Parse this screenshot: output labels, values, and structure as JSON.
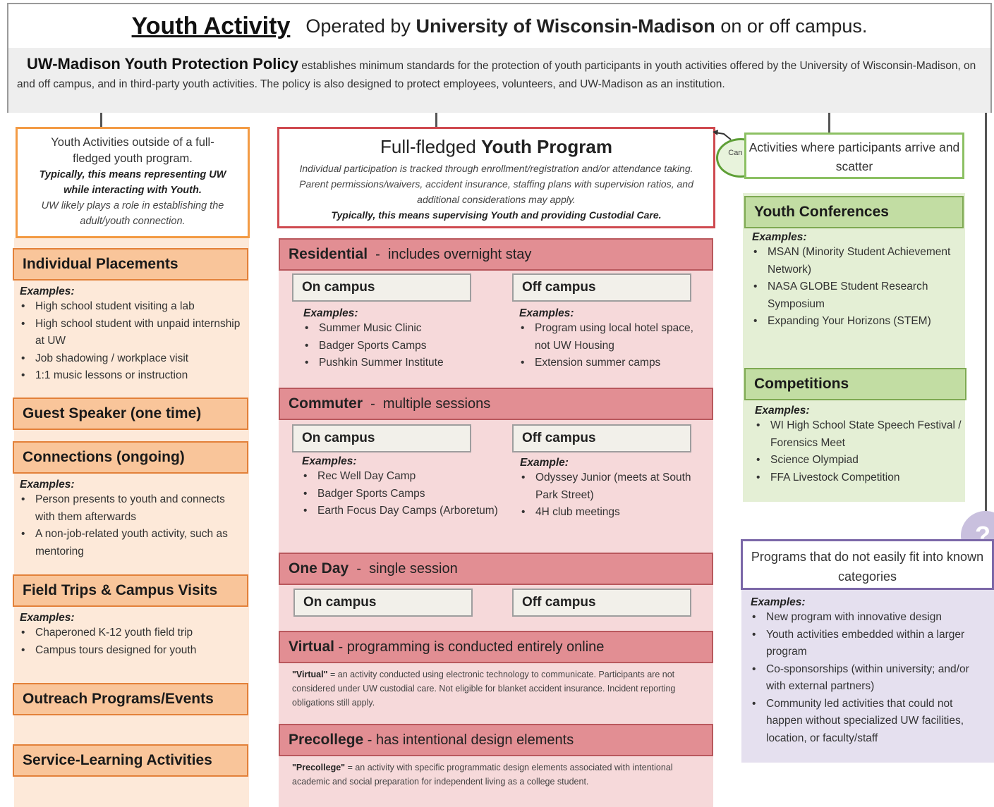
{
  "header": {
    "title": "Youth Activity",
    "subtitle_pre": "Operated by",
    "subtitle_org": "University of Wisconsin-Madison",
    "subtitle_post": "on or off campus.",
    "policy_lead": "UW-Madison Youth Protection Policy",
    "policy_text": "establishes minimum standards for the protection of youth participants in youth activities offered by the University of Wisconsin-Madison, on and off campus, and in third-party youth activities. The policy is also designed to protect employees, volunteers, and UW-Madison as an institution."
  },
  "left": {
    "intro_line": "Youth Activities outside of a full-fledged youth program.",
    "intro_bold": "Typically, this means representing UW while interacting with Youth.",
    "intro_italic": "UW likely plays a role in establishing the adult/youth connection.",
    "sections": [
      {
        "title": "Individual Placements",
        "examples_label": "Examples:",
        "items": [
          "High school student visiting a lab",
          "High school student with unpaid internship at UW",
          "Job shadowing / workplace visit",
          "1:1 music lessons or instruction"
        ]
      },
      {
        "title": "Guest Speaker (one time)"
      },
      {
        "title": "Connections (ongoing)",
        "examples_label": "Examples:",
        "items": [
          "Person presents to youth and connects with them afterwards",
          "A non-job-related youth activity, such as mentoring"
        ]
      },
      {
        "title": "Field Trips & Campus Visits",
        "examples_label": "Examples:",
        "items": [
          "Chaperoned K-12 youth field trip",
          "Campus tours designed for youth"
        ]
      },
      {
        "title": "Outreach Programs/Events"
      },
      {
        "title": "Service-Learning Activities"
      }
    ]
  },
  "middle": {
    "intro_title_pre": "Full-fledged",
    "intro_title_bold": "Youth Program",
    "intro_text": "Individual participation is tracked through enrollment/registration and/or attendance taking. Parent permissions/waivers, accident insurance, staffing plans with supervision ratios, and additional considerations may apply.",
    "intro_bold": "Typically, this means supervising Youth and providing Custodial Care.",
    "residential": {
      "title": "Residential",
      "desc": "includes overnight stay",
      "on_label": "On campus",
      "on_examples_label": "Examples:",
      "on_items": [
        "Summer Music Clinic",
        "Badger Sports Camps",
        "Pushkin Summer Institute"
      ],
      "off_label": "Off campus",
      "off_examples_label": "Examples:",
      "off_items": [
        "Program using local hotel space, not UW Housing",
        "Extension summer camps"
      ]
    },
    "commuter": {
      "title": "Commuter",
      "desc": "multiple sessions",
      "on_label": "On campus",
      "on_examples_label": "Examples:",
      "on_items": [
        "Rec Well Day Camp",
        "Badger Sports Camps",
        "Earth Focus Day Camps (Arboretum)"
      ],
      "off_label": "Off campus",
      "off_examples_label": "Example:",
      "off_items": [
        "Odyssey Junior (meets at South Park Street)",
        "4H club meetings"
      ]
    },
    "oneday": {
      "title": "One Day",
      "desc": "single session",
      "on_label": "On campus",
      "off_label": "Off campus"
    },
    "virtual": {
      "title": "Virtual",
      "desc": "programming is conducted entirely online",
      "term": "\"Virtual\"",
      "note": "= an activity conducted using electronic technology to communicate. Participants are not considered under UW custodial care. Not eligible for blanket accident insurance. Incident reporting obligations still apply."
    },
    "precollege": {
      "title": "Precollege",
      "desc": "has intentional design elements",
      "term": "\"Precollege\"",
      "note": "= an activity with specific programmatic design elements associated with intentional academic and social preparation for independent living as a college student."
    }
  },
  "right": {
    "can_be": "Can be",
    "intro": "Activities where participants arrive and scatter",
    "conferences": {
      "title": "Youth Conferences",
      "examples_label": "Examples:",
      "items": [
        "MSAN (Minority Student Achievement Network)",
        "NASA GLOBE Student Research Symposium",
        "Expanding Your Horizons (STEM)"
      ]
    },
    "competitions": {
      "title": "Competitions",
      "examples_label": "Examples:",
      "items": [
        "WI High School State Speech Festival / Forensics Meet",
        "Science Olympiad",
        "FFA Livestock Competition"
      ]
    },
    "question_mark": "?",
    "other_intro": "Programs that do not easily fit into known categories",
    "other_examples_label": "Examples:",
    "other_items": [
      "New program with innovative design",
      "Youth activities embedded within a larger program",
      "Co-sponsorships (within university; and/or with external partners)",
      "Community led activities that could not happen without specialized UW facilities, location, or faculty/staff"
    ]
  }
}
